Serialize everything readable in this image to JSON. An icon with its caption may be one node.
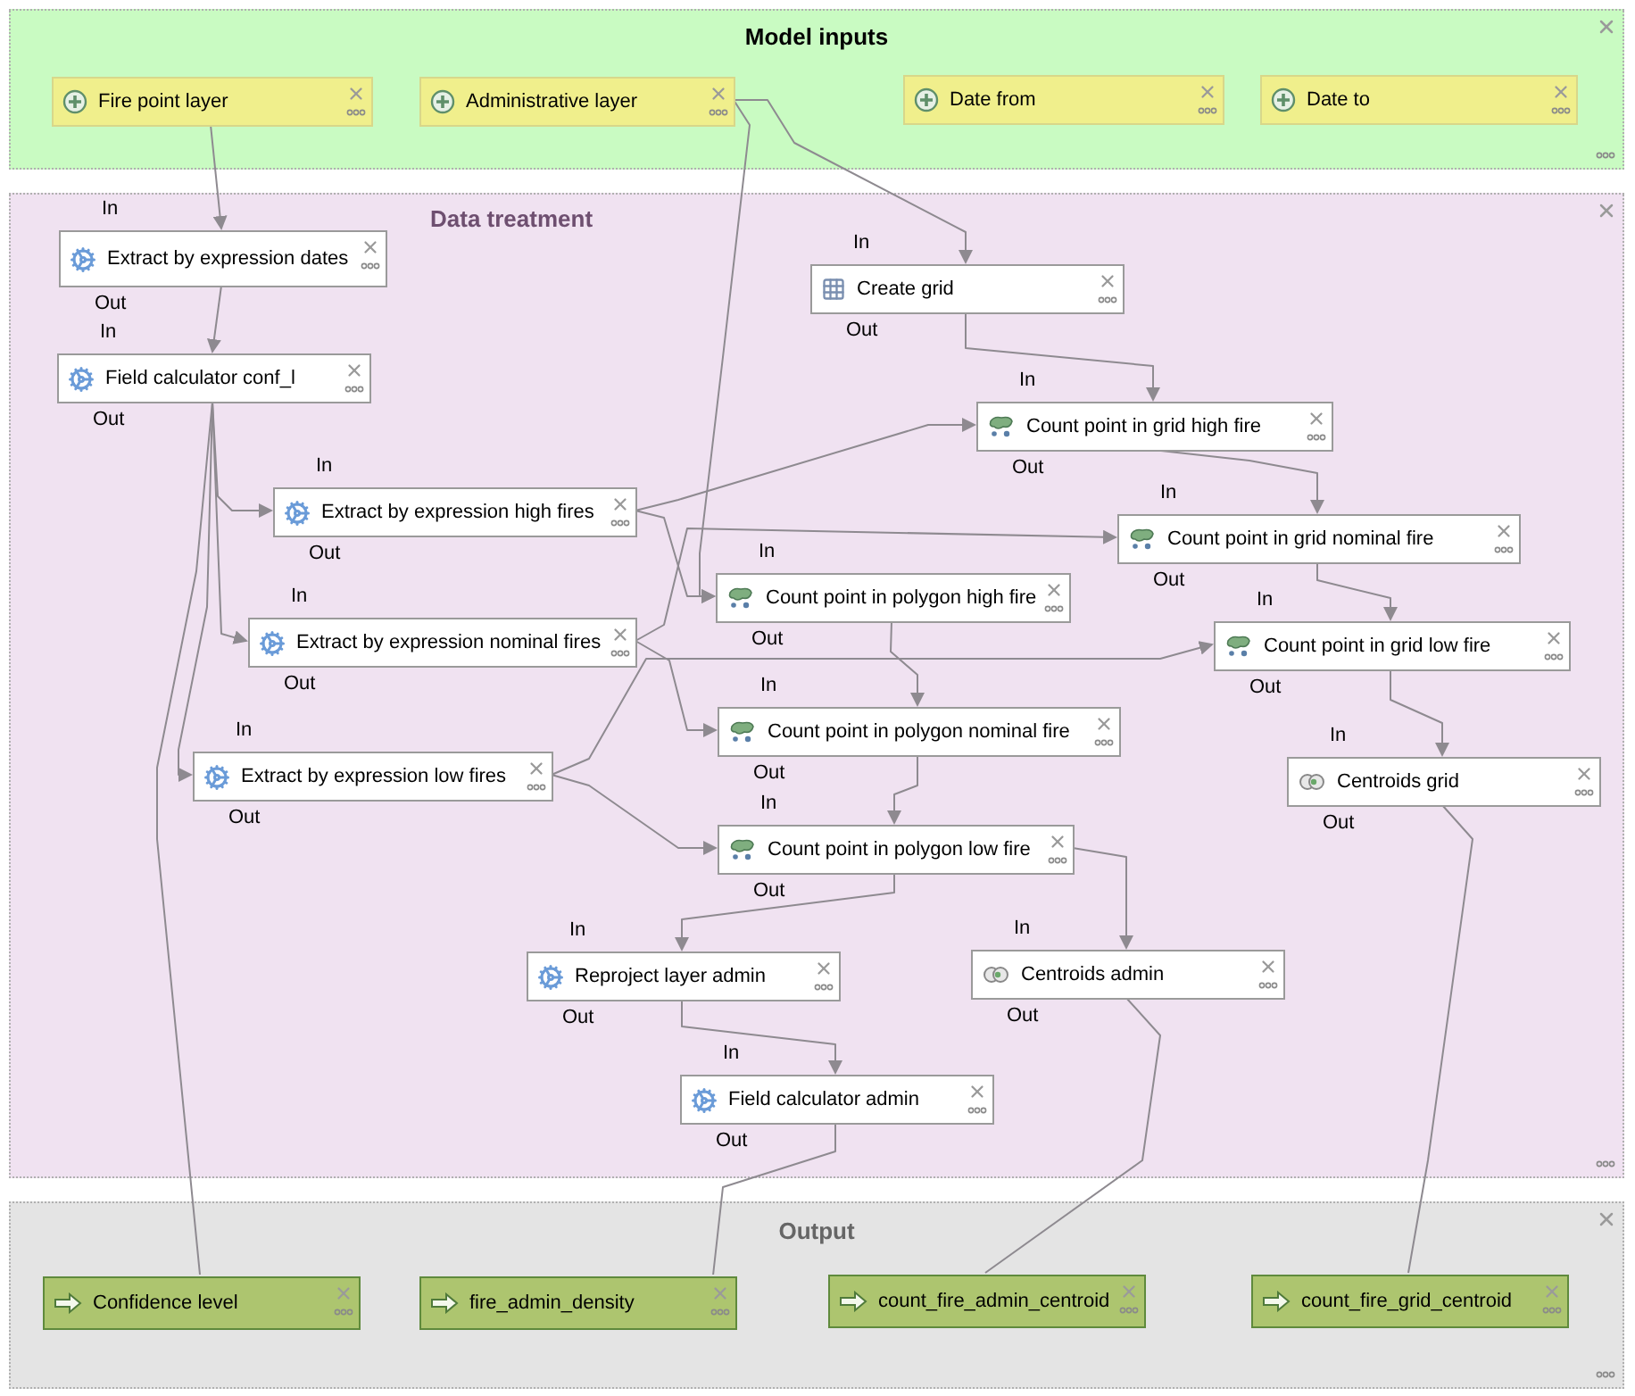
{
  "diagram": {
    "nodes": [
      {
        "text": [
          "Model inputs"
        ]
      },
      {
        "text": [
          "Fire point layer"
        ],
        "in": 0
      },
      {
        "text": [
          "Administrative layer"
        ],
        "in": 0
      },
      {
        "text": [
          "Date from"
        ],
        "in": 0
      },
      {
        "text": [
          "Date to"
        ],
        "in": 0
      },
      {
        "text": [
          "Data treatment"
        ]
      },
      {
        "text": [
          "Extract by expression dates"
        ],
        "in": 5,
        "beside": [
          "In",
          "Out"
        ]
      },
      {
        "text": [
          "Field calculator conf_l"
        ],
        "in": 5,
        "beside": [
          "In",
          "Out"
        ]
      },
      {
        "text": [
          "Create grid"
        ],
        "in": 5,
        "beside": [
          "In",
          "Out"
        ]
      },
      {
        "text": [
          "Extract by expression high fires"
        ],
        "in": 5,
        "beside": [
          "In",
          "Out"
        ]
      },
      {
        "text": [
          "Count point in grid high fire"
        ],
        "in": 5,
        "beside": [
          "In",
          "Out"
        ]
      },
      {
        "text": [
          "Count point in grid nominal fire"
        ],
        "in": 5,
        "beside": [
          "In",
          "Out"
        ]
      },
      {
        "text": [
          "Extract by expression nominal fires"
        ],
        "in": 5,
        "beside": [
          "In",
          "Out"
        ]
      },
      {
        "text": [
          "Count point in polygon high fire"
        ],
        "in": 5,
        "beside": [
          "In",
          "Out"
        ]
      },
      {
        "text": [
          "Count point in grid low fire"
        ],
        "in": 5,
        "beside": [
          "In",
          "Out"
        ]
      },
      {
        "text": [
          "Count point in polygon nominal fire"
        ],
        "in": 5,
        "beside": [
          "In",
          "Out"
        ]
      },
      {
        "text": [
          "Extract by expression low fires"
        ],
        "in": 5,
        "beside": [
          "In",
          "Out"
        ]
      },
      {
        "text": [
          "Centroids grid"
        ],
        "in": 5,
        "beside": [
          "In",
          "Out"
        ]
      },
      {
        "text": [
          "Count point in polygon low fire"
        ],
        "in": 5,
        "beside": [
          "In",
          "Out"
        ]
      },
      {
        "text": [
          "Reproject layer admin"
        ],
        "in": 5,
        "beside": [
          "In",
          "Out"
        ]
      },
      {
        "text": [
          "Centroids admin"
        ],
        "in": 5,
        "beside": [
          "In",
          "Out"
        ]
      },
      {
        "text": [
          "Field calculator admin"
        ],
        "in": 5,
        "beside": [
          "In",
          "Out"
        ]
      },
      {
        "text": [
          "Output"
        ]
      },
      {
        "text": [
          "Confidence level"
        ],
        "in": 22
      },
      {
        "text": [
          "fire_admin_density"
        ],
        "in": 22
      },
      {
        "text": [
          "count_fire_admin_centroid"
        ],
        "in": 22
      },
      {
        "text": [
          "count_fire_grid_centroid"
        ],
        "in": 22
      }
    ],
    "edges": [
      {
        "from": 1,
        "to": 6,
        "arrow": "to"
      },
      {
        "from": 6,
        "to": 7,
        "arrow": "to"
      },
      {
        "from": 7,
        "to": 9,
        "arrow": "to"
      },
      {
        "from": 7,
        "to": 12,
        "arrow": "to"
      },
      {
        "from": 7,
        "to": 16,
        "arrow": "to"
      },
      {
        "from": 7,
        "to": 23,
        "arrow": "none"
      },
      {
        "from": 2,
        "to": 8,
        "arrow": "to"
      },
      {
        "from": 2,
        "to": 13,
        "arrow": "to"
      },
      {
        "from": 8,
        "to": 10,
        "arrow": "to"
      },
      {
        "from": 9,
        "to": 10,
        "arrow": "to"
      },
      {
        "from": 9,
        "to": 13,
        "arrow": "to"
      },
      {
        "from": 10,
        "to": 11,
        "arrow": "to"
      },
      {
        "from": 12,
        "to": 11,
        "arrow": "to"
      },
      {
        "from": 12,
        "to": 15,
        "arrow": "to"
      },
      {
        "from": 13,
        "to": 15,
        "arrow": "to"
      },
      {
        "from": 11,
        "to": 14,
        "arrow": "to"
      },
      {
        "from": 16,
        "to": 14,
        "arrow": "to"
      },
      {
        "from": 16,
        "to": 18,
        "arrow": "to"
      },
      {
        "from": 15,
        "to": 18,
        "arrow": "to"
      },
      {
        "from": 14,
        "to": 17,
        "arrow": "to"
      },
      {
        "from": 18,
        "to": 19,
        "arrow": "to"
      },
      {
        "from": 18,
        "to": 20,
        "arrow": "to"
      },
      {
        "from": 19,
        "to": 21,
        "arrow": "to"
      },
      {
        "from": 21,
        "to": 24,
        "arrow": "none"
      },
      {
        "from": 20,
        "to": 25,
        "arrow": "none"
      },
      {
        "from": 17,
        "to": 26,
        "arrow": "none"
      }
    ]
  }
}
